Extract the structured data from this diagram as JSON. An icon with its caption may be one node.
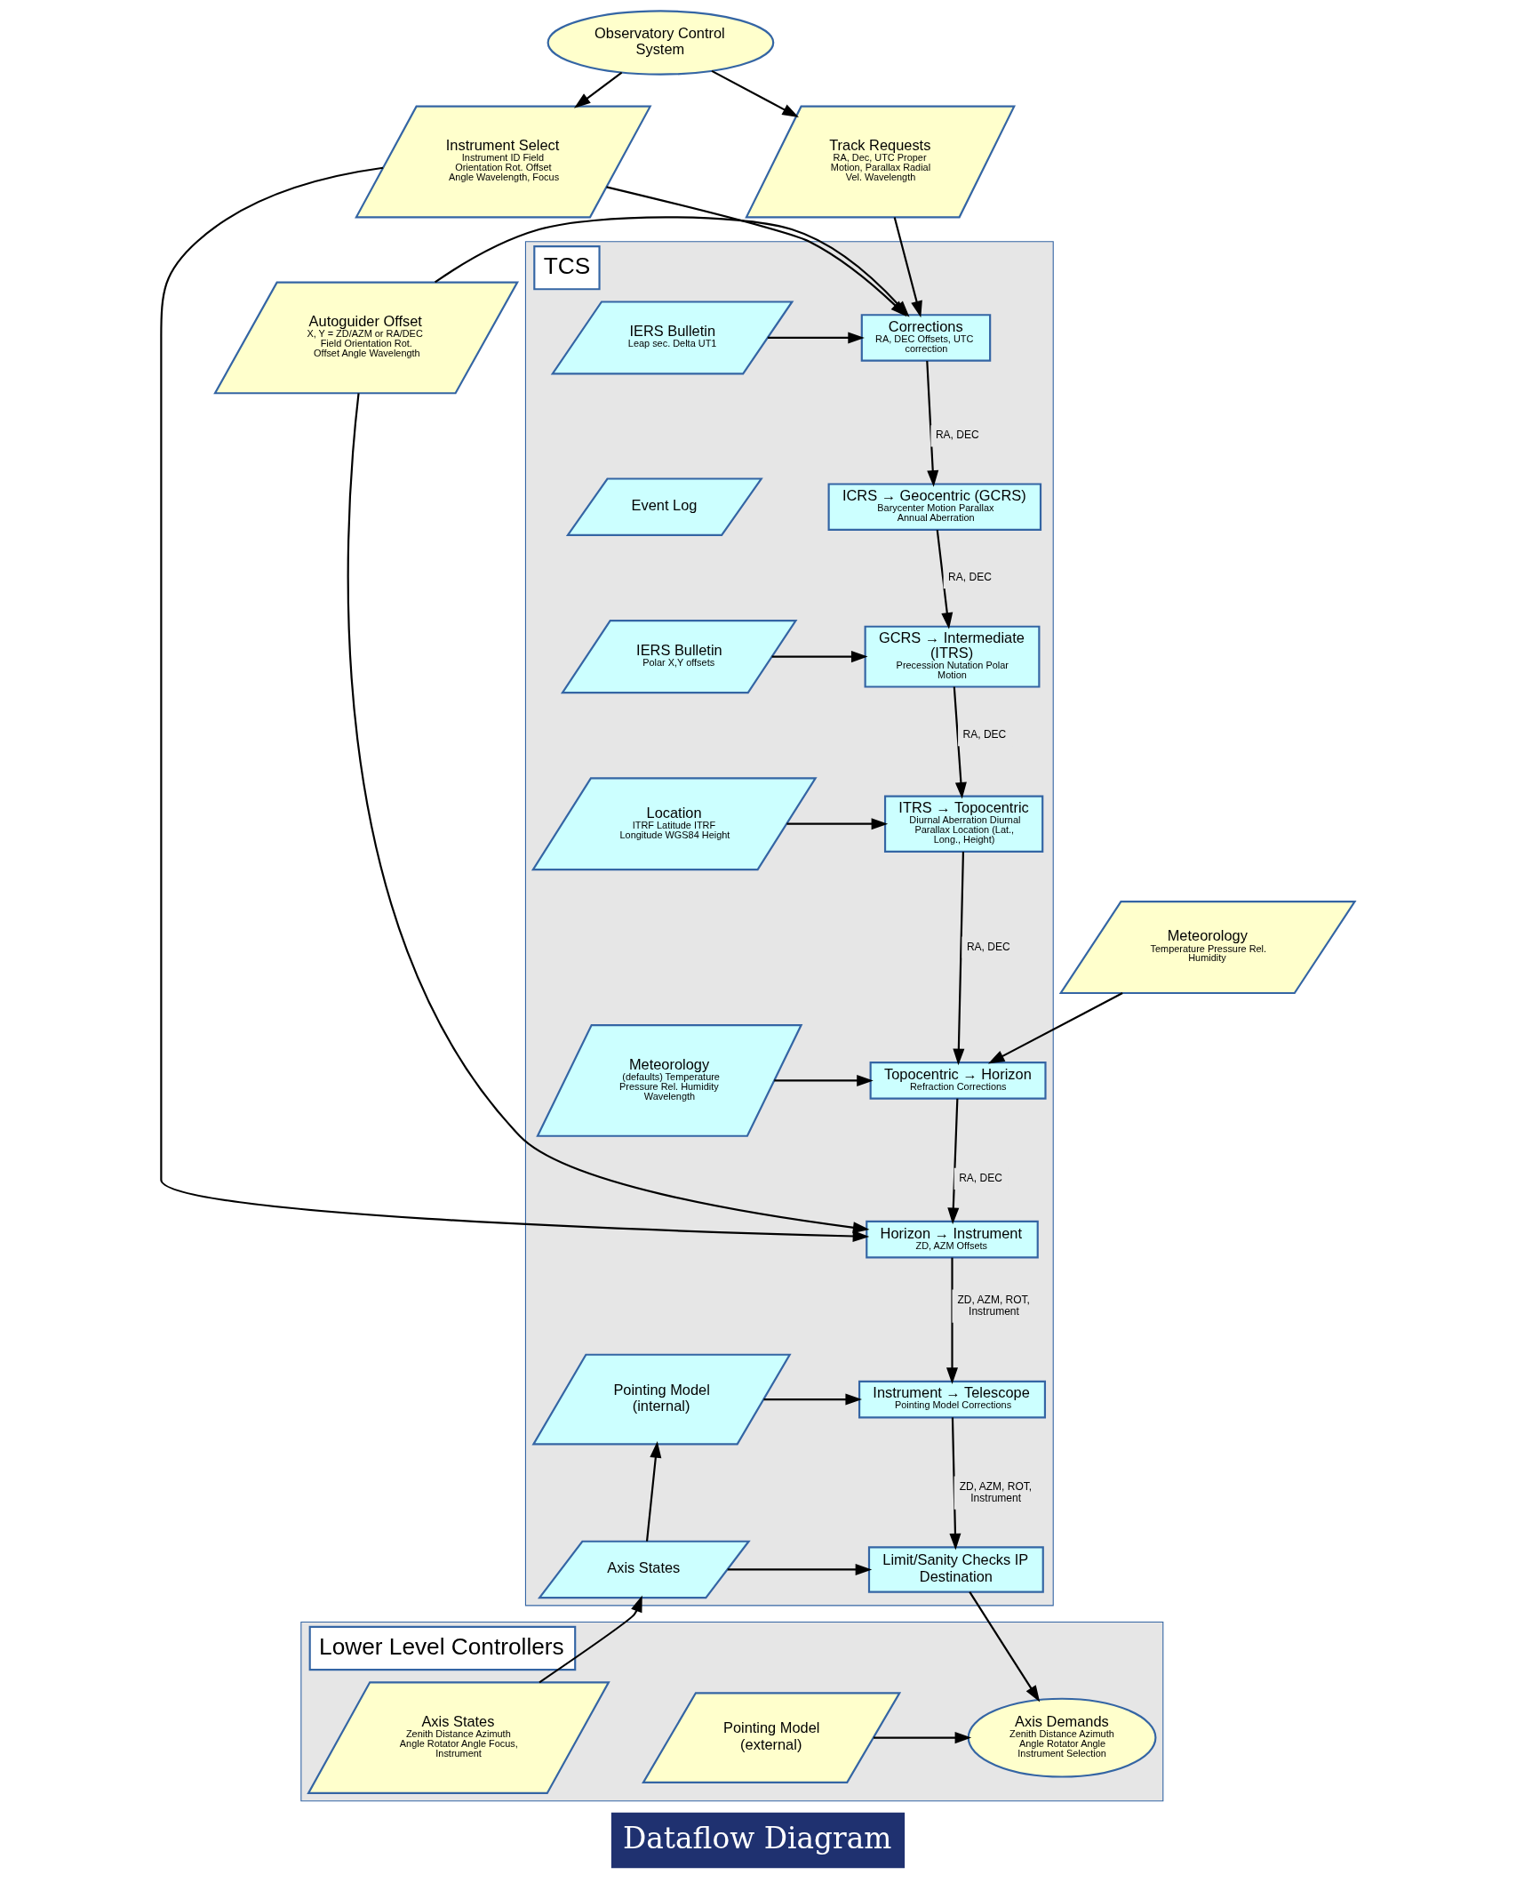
{
  "diagram": {
    "caption": "Dataflow Diagram",
    "nodes": [
      {
        "text": [
          "Observatory Control System"
        ]
      },
      {
        "text": [
          "Track Requests",
          "RA, Dec, UTC Proper Motion, Parallax Radial Vel. Wavelength"
        ]
      },
      {
        "text": [
          "TCS"
        ]
      },
      {
        "text": [
          "Corrections",
          "RA, DEC Offsets, UTC correction"
        ],
        "in": 2
      },
      {
        "text": [
          "IERS Bulletin",
          "Leap sec. Delta UT1"
        ],
        "in": 2
      },
      {
        "text": [
          "ICRS → Geocentric (GCRS)",
          "Barycenter Motion Parallax Annual Aberration"
        ],
        "in": 2
      },
      {
        "text": [
          "Event Log"
        ],
        "in": 2
      },
      {
        "text": [
          "GCRS → Intermediate  (ITRS)",
          "Precession Nutation Polar Motion"
        ],
        "in": 2
      },
      {
        "text": [
          "IERS Bulletin",
          "Polar X,Y offsets"
        ],
        "in": 2
      },
      {
        "text": [
          "ITRS → Topocentric",
          "Diurnal Aberration Diurnal Parallax Location (Lat., Long., Height)"
        ],
        "in": 2
      },
      {
        "text": [
          "Location",
          "ITRF Latitude ITRF Longitude WGS84 Height"
        ],
        "in": 2
      },
      {
        "text": [
          "Meteorology",
          "Temperature Pressure Rel. Humidity"
        ]
      },
      {
        "text": [
          "Topocentric → Horizon",
          "Refraction Corrections"
        ],
        "in": 2
      },
      {
        "text": [
          "Meteorology",
          "(defaults) Temperature Pressure Rel. Humidity Wavelength"
        ],
        "in": 2
      },
      {
        "text": [
          "Instrument Select",
          "Instrument ID Field Orientation Rot. Offset Angle Wavelength, Focus"
        ]
      },
      {
        "text": [
          "Horizon → Instrument",
          "ZD, AZM Offsets"
        ],
        "in": 2
      },
      {
        "text": [
          "Autoguider Offset",
          "X, Y = ZD/AZM or RA/DEC Field Orientation Rot. Offset Angle Wavelength"
        ]
      },
      {
        "text": [
          "Instrument → Telescope",
          "Pointing Model Corrections"
        ],
        "in": 2
      },
      {
        "text": [
          "Pointing Model (internal)"
        ],
        "in": 2
      },
      {
        "text": [
          "Limit/Sanity Checks IP Destination"
        ],
        "in": 2
      },
      {
        "text": [
          "Axis States"
        ],
        "in": 2
      },
      {
        "text": [
          "Lower Level Controllers"
        ]
      },
      {
        "text": [
          "Pointing Model (external)"
        ],
        "in": 21
      },
      {
        "text": [
          "Axis Demands",
          "Zenith Distance Azimuth Angle Rotator Angle Instrument Selection"
        ],
        "in": 21
      },
      {
        "text": [
          "Axis States",
          "Zenith Distance Azimuth Angle Rotator Angle Focus, Instrument"
        ],
        "in": 21
      }
    ],
    "edges": [
      {
        "from": 0,
        "to": 14,
        "arrow": "to"
      },
      {
        "from": 0,
        "to": 1,
        "arrow": "to"
      },
      {
        "from": 1,
        "to": 3,
        "arrow": "to"
      },
      {
        "from": 4,
        "to": 3,
        "arrow": "to"
      },
      {
        "from": 3,
        "to": 5,
        "arrow": "to",
        "label": "RA, DEC"
      },
      {
        "from": 5,
        "to": 7,
        "arrow": "to",
        "label": "RA, DEC"
      },
      {
        "from": 8,
        "to": 7,
        "arrow": "to"
      },
      {
        "from": 7,
        "to": 9,
        "arrow": "to",
        "label": "RA, DEC"
      },
      {
        "from": 10,
        "to": 9,
        "arrow": "to"
      },
      {
        "from": 9,
        "to": 12,
        "arrow": "to",
        "label": "RA, DEC"
      },
      {
        "from": 11,
        "to": 12,
        "arrow": "to"
      },
      {
        "from": 13,
        "to": 12,
        "arrow": "to"
      },
      {
        "from": 12,
        "to": 15,
        "arrow": "to",
        "label": "RA, DEC"
      },
      {
        "from": 14,
        "to": 15,
        "arrow": "to"
      },
      {
        "from": 14,
        "to": 3,
        "arrow": "to"
      },
      {
        "from": 16,
        "to": 15,
        "arrow": "to"
      },
      {
        "from": 16,
        "to": 3,
        "arrow": "to"
      },
      {
        "from": 15,
        "to": 17,
        "arrow": "to",
        "label": "ZD, AZM, ROT, Instrument"
      },
      {
        "from": 18,
        "to": 17,
        "arrow": "to"
      },
      {
        "from": 17,
        "to": 19,
        "arrow": "to",
        "label": "ZD, AZM, ROT, Instrument"
      },
      {
        "from": 20,
        "to": 19,
        "arrow": "to"
      },
      {
        "from": 20,
        "to": 18,
        "arrow": "to"
      },
      {
        "from": 19,
        "to": 23,
        "arrow": "to"
      },
      {
        "from": 22,
        "to": 23,
        "arrow": "to"
      },
      {
        "from": 24,
        "to": 20,
        "arrow": "to"
      }
    ]
  }
}
